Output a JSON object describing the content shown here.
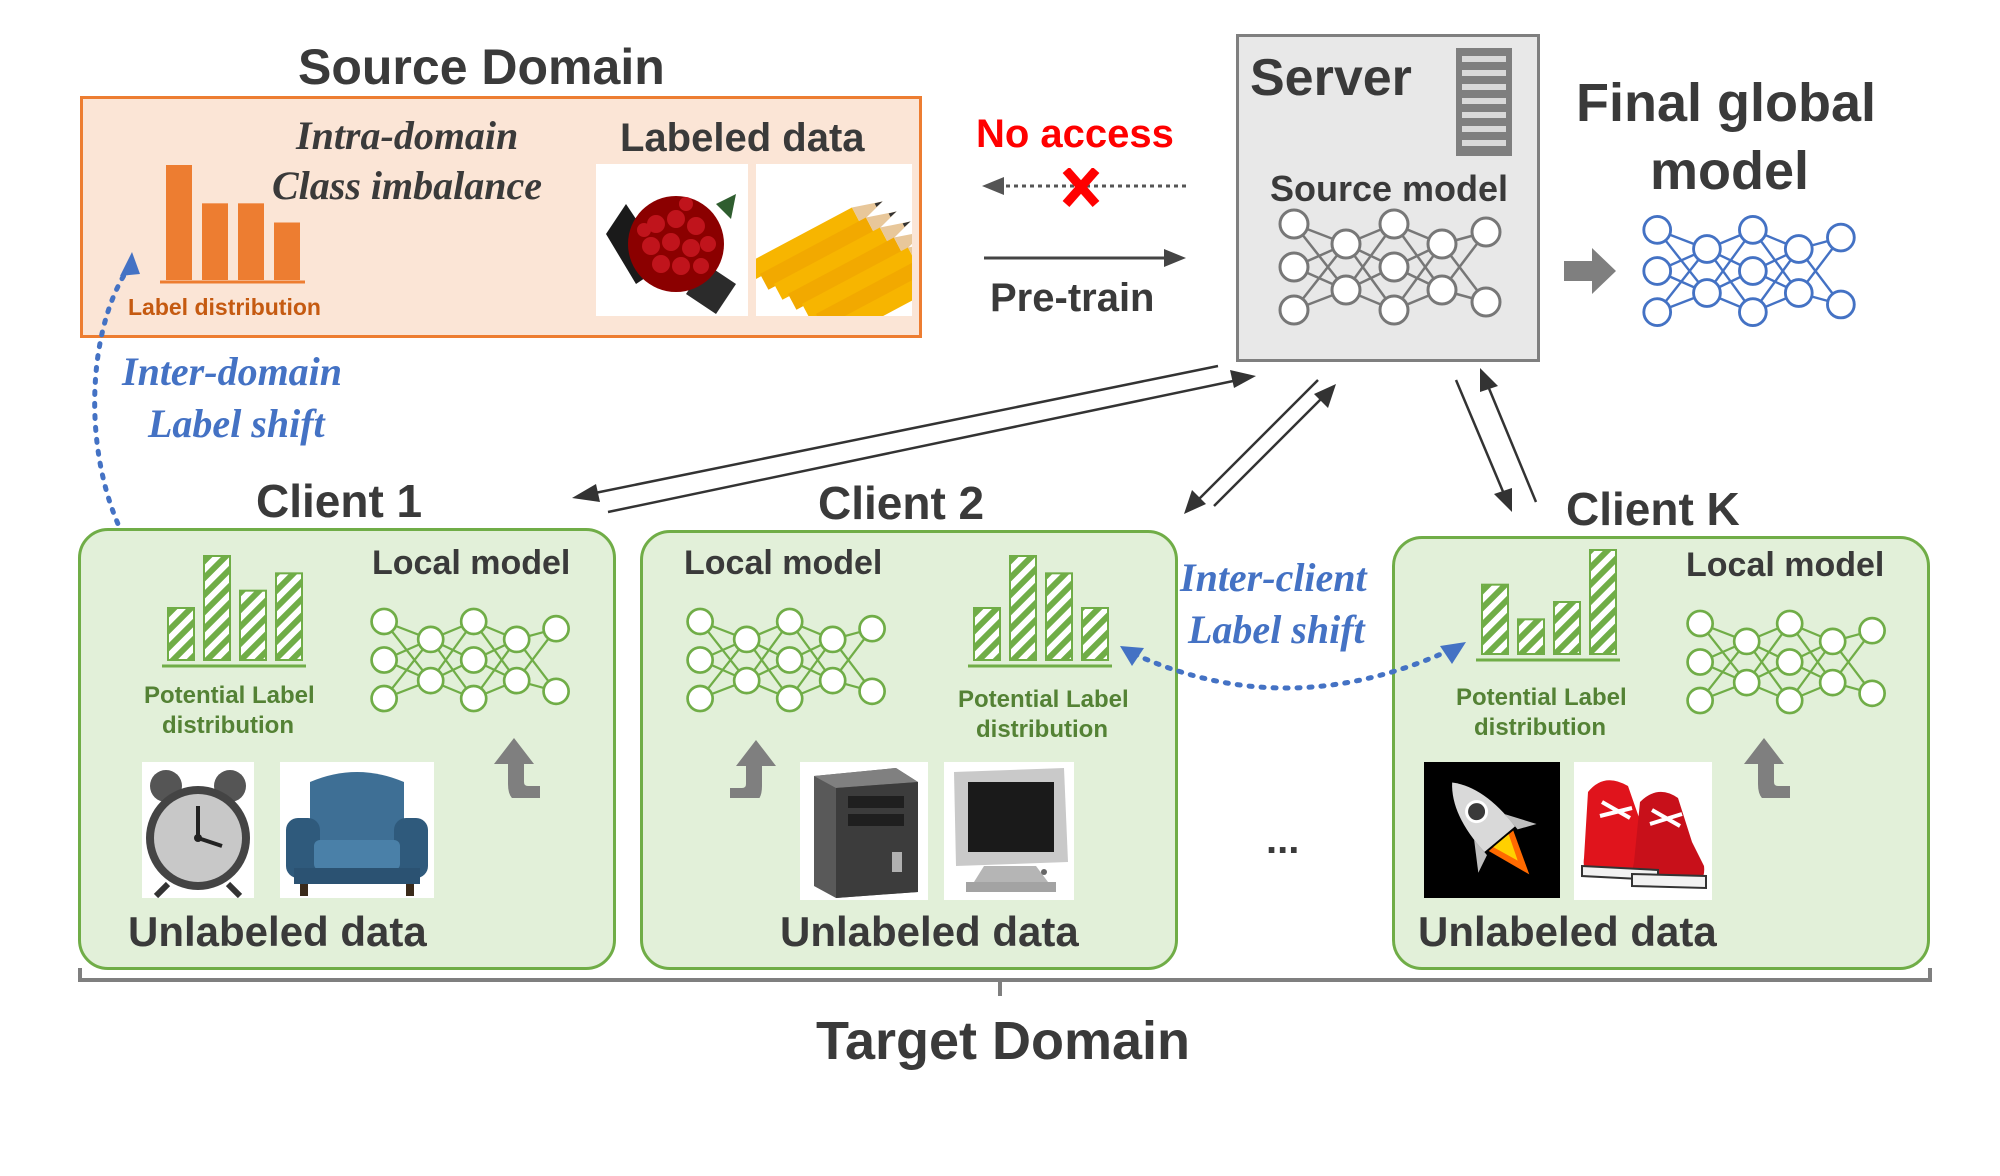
{
  "source": {
    "title": "Source Domain",
    "intra_line1": "Intra-domain",
    "intra_line2": "Class imbalance",
    "label_distribution": "Label distribution",
    "labeled_data": "Labeled data"
  },
  "server": {
    "title": "Server",
    "source_model": "Source model"
  },
  "final_model": {
    "line1": "Final global",
    "line2": "model"
  },
  "arrows": {
    "no_access": "No access",
    "pretrain": "Pre-train"
  },
  "inter_domain": {
    "line1": "Inter-domain",
    "line2": "Label shift"
  },
  "inter_client": {
    "line1": "Inter-client",
    "line2": "Label shift"
  },
  "clients": [
    {
      "title": "Client 1",
      "local_model": "Local model",
      "potential_line1": "Potential Label",
      "potential_line2": "distribution",
      "unlabeled": "Unlabeled data",
      "hist": [
        3,
        6,
        4,
        5
      ]
    },
    {
      "title": "Client 2",
      "local_model": "Local model",
      "potential_line1": "Potential Label",
      "potential_line2": "distribution",
      "unlabeled": "Unlabeled data",
      "hist": [
        3,
        6,
        5,
        3
      ]
    },
    {
      "title": "Client K",
      "local_model": "Local model",
      "potential_line1": "Potential Label",
      "potential_line2": "distribution",
      "unlabeled": "Unlabeled data",
      "hist": [
        4,
        2,
        3,
        6
      ]
    }
  ],
  "source_hist": [
    6,
    4,
    4,
    3
  ],
  "ellipsis": "...",
  "target_domain": "Target Domain",
  "colors": {
    "source_fill": "#fbe5d6",
    "source_border": "#ed7d31",
    "source_bar": "#ed7d31",
    "client_fill": "#e2f0d9",
    "client_border": "#70ad47",
    "client_net": "#70ad47",
    "server_fill": "#e8e8e8",
    "server_border": "#7f7f7f",
    "global_net": "#4472c4",
    "shift_text": "#4472c4",
    "no_access": "#ff0000",
    "text": "#3a3a3a"
  }
}
